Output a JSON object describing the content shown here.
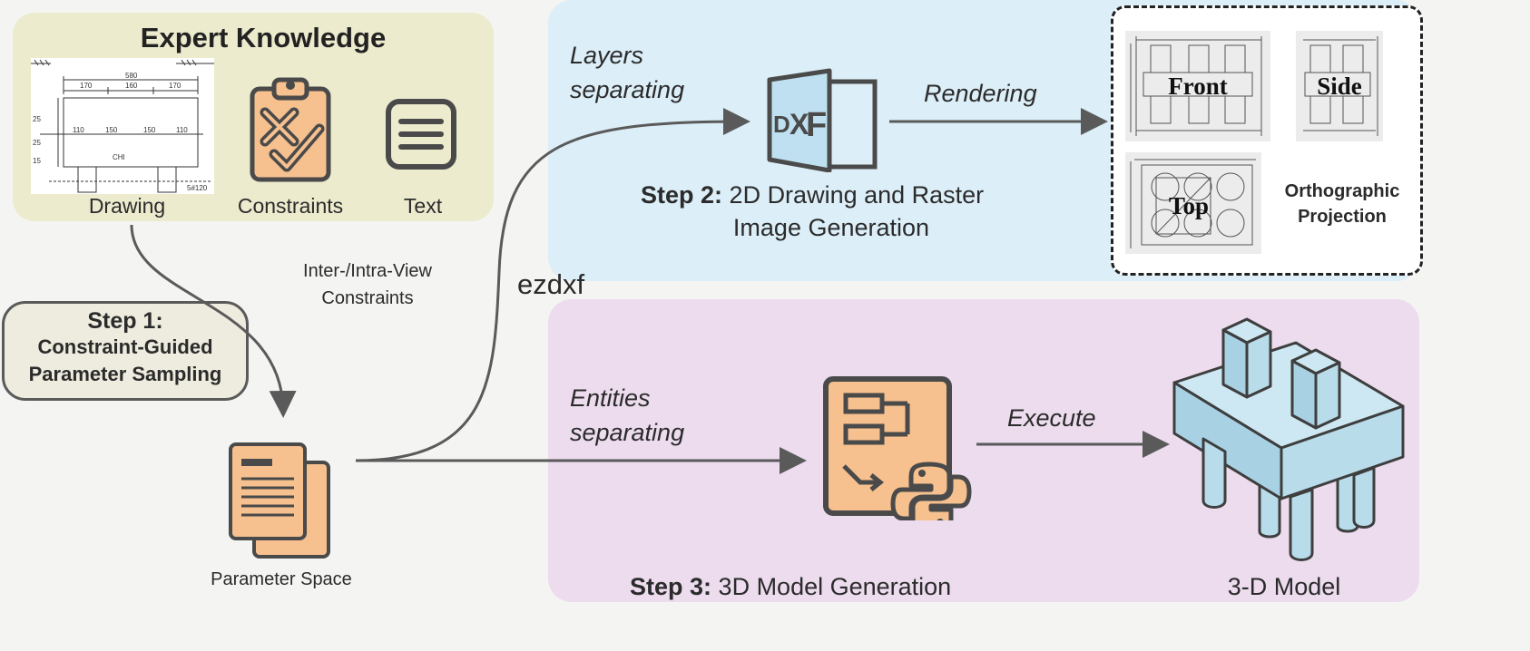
{
  "expert": {
    "title": "Expert Knowledge",
    "drawing_label": "Drawing",
    "constraints_label": "Constraints",
    "text_label": "Text",
    "sketch": {
      "top": "580",
      "d1": "170",
      "d2": "160",
      "d3": "170",
      "r1": "110",
      "r2": "150",
      "r3": "150",
      "r4": "110",
      "side1": "25",
      "side2": "25",
      "side3": "15",
      "mid": "CHI",
      "code": "5#120"
    }
  },
  "step1": {
    "title": "Step 1:",
    "line1": "Constraint-Guided",
    "line2": "Parameter Sampling"
  },
  "inter_view": {
    "line1": "Inter-/Intra-View",
    "line2": "Constraints"
  },
  "parameter_space": "Parameter Space",
  "ezdxf": "ezdxf",
  "step2": {
    "layers1": "Layers",
    "layers2": "separating",
    "dxf_d": "D",
    "dxf_x": "X",
    "dxf_f": "F",
    "rendering": "Rendering",
    "title_bold": "Step 2:",
    "title_rest": "2D Drawing and Raster",
    "title_line2": "Image Generation"
  },
  "ortho": {
    "front": "Front",
    "side": "Side",
    "top": "Top",
    "label1": "Orthographic",
    "label2": "Projection"
  },
  "step3": {
    "entities1": "Entities",
    "entities2": "separating",
    "execute": "Execute",
    "title_bold": "Step 3:",
    "title_rest": "3D Model Generation",
    "model_label": "3-D Model"
  },
  "colors": {
    "expert_bg": "#ecebce",
    "step1_bg": "#eeecde",
    "step2_bg": "#dceef8",
    "step3_bg": "#ecdcee",
    "orange": "#f6c08f",
    "dark": "#4a4a4a",
    "blue_3d": "#b8dcea",
    "dxf_blue": "#bfe0f0"
  }
}
